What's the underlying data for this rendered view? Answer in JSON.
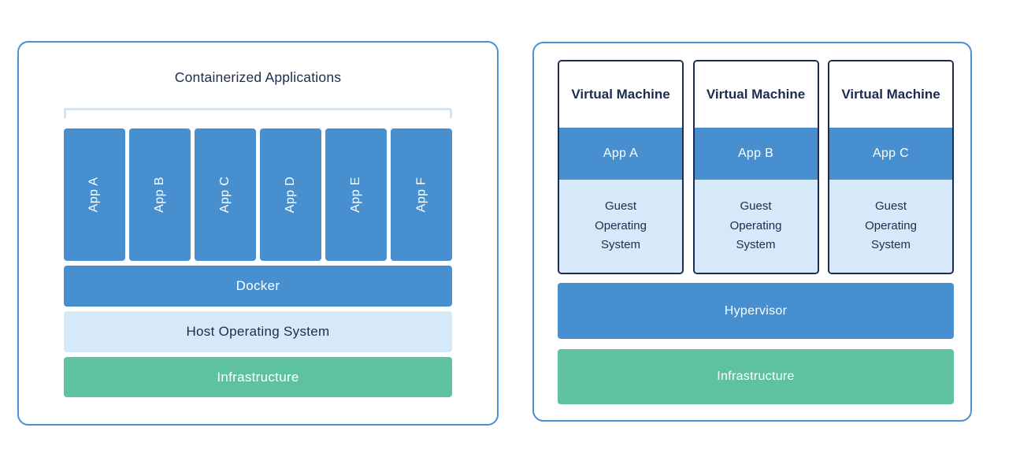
{
  "colors": {
    "primary_blue": "#478fce",
    "light_blue": "#d5e9f8",
    "green": "#5ec2a0",
    "navy_text": "#1d2b4f",
    "panel_border_blue": "#4a90d2",
    "bracket_light_blue": "#cfe4f6"
  },
  "left_panel": {
    "title": "Containerized Applications",
    "apps": [
      "App A",
      "App B",
      "App C",
      "App D",
      "App E",
      "App F"
    ],
    "layers": [
      {
        "label": "Docker",
        "color": "blue"
      },
      {
        "label": "Host Operating System",
        "color": "light"
      },
      {
        "label": "Infrastructure",
        "color": "green"
      }
    ]
  },
  "right_panel": {
    "vms": [
      {
        "title": "Virtual Machine",
        "app": "App A",
        "os": "Guest Operating System"
      },
      {
        "title": "Virtual Machine",
        "app": "App B",
        "os": "Guest Operating System"
      },
      {
        "title": "Virtual Machine",
        "app": "App C",
        "os": "Guest Operating System"
      }
    ],
    "layers": [
      {
        "label": "Hypervisor",
        "color": "blue"
      },
      {
        "label": "Infrastructure",
        "color": "green"
      }
    ]
  }
}
